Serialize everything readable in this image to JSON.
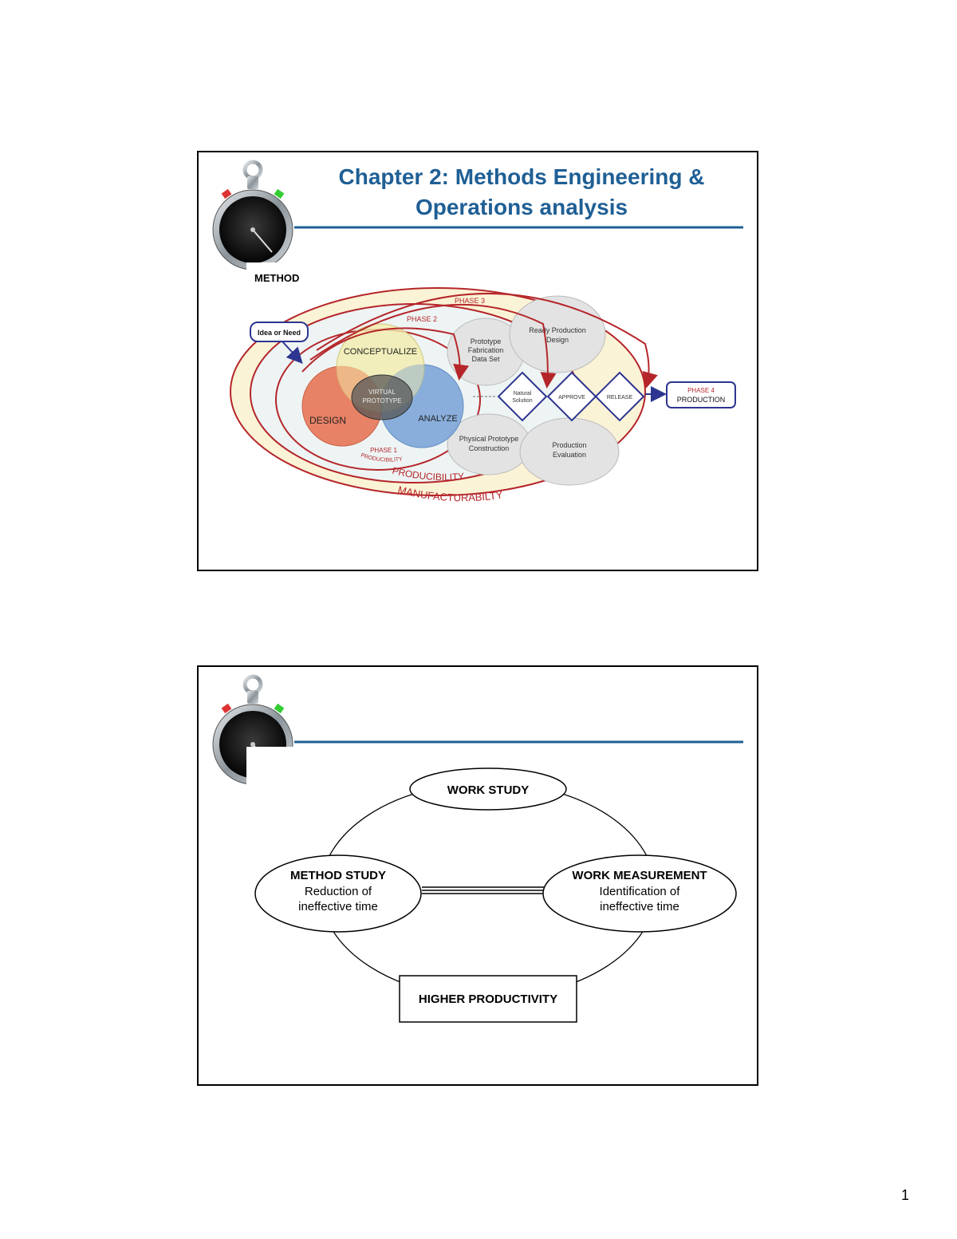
{
  "colors": {
    "title_blue": "#1f5f95",
    "rule_blue": "#1f5f95",
    "phase_red": "#b5262a",
    "arrow_navy": "#2d3590",
    "design_fill": "#e87a5d",
    "analyze_fill": "#7fa7d9",
    "conceptualize_fill": "#f3ecac"
  },
  "slide1": {
    "title_line1": "Chapter 2: Methods Engineering &",
    "title_line2": "Operations analysis",
    "logo_icon": "stopwatch-icon",
    "logo_caption": "METHOD",
    "diagram": {
      "idea_box": "Idea or Need",
      "phase1": "PHASE 1",
      "phase2": "PHASE 2",
      "phase3": "PHASE 3",
      "conceptualize": "CONCEPTUALIZE",
      "design": "DESIGN",
      "analyze": "ANALYZE",
      "virtual_line1": "VIRTUAL",
      "virtual_line2": "PROTOTYPE",
      "proto_fab_line1": "Prototype",
      "proto_fab_line2": "Fabrication",
      "proto_fab_line3": "Data Set",
      "ready_prod_line1": "Ready Production",
      "ready_prod_line2": "Design",
      "physical_line1": "Physical Prototype",
      "physical_line2": "Construction",
      "prod_eval_line1": "Production",
      "prod_eval_line2": "Evaluation",
      "diamond1_line1": "Natural",
      "diamond1_line2": "Solution",
      "diamond2": "APPROVE",
      "diamond3": "RELEASE",
      "phase4_line1": "PHASE 4",
      "phase4_line2": "PRODUCTION",
      "producibility_small": "PRODUCIBILITY",
      "producibility": "PRODUCIBILITY",
      "manufacturability": "MANUFACTURABILTY"
    }
  },
  "slide2": {
    "logo_icon": "stopwatch-icon",
    "work_study": "WORK STUDY",
    "method_study_title": "METHOD STUDY",
    "method_study_line1": "Reduction of",
    "method_study_line2": "ineffective time",
    "work_measurement_title": "WORK MEASUREMENT",
    "work_measurement_line1": "Identification of",
    "work_measurement_line2": "ineffective time",
    "higher_productivity": "HIGHER PRODUCTIVITY"
  },
  "page_number": "1"
}
